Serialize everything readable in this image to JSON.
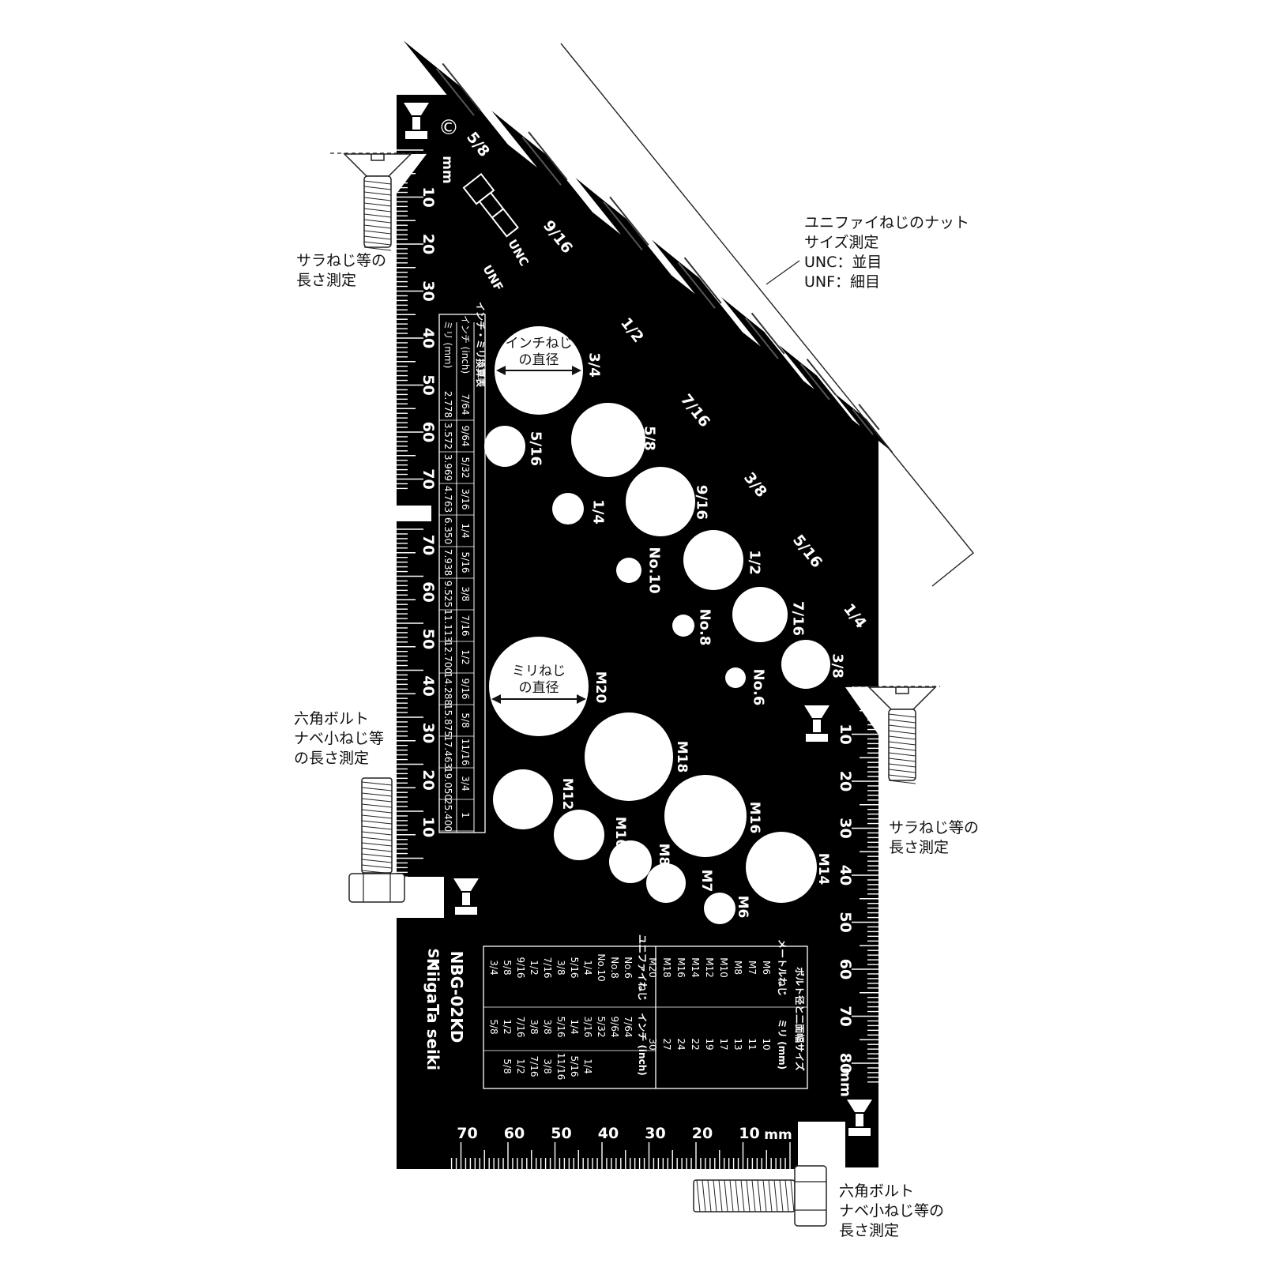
{
  "callouts": {
    "nut_size": [
      "ユニファイねじのナット",
      "サイズ測定",
      "UNC：並目",
      "UNF：細目"
    ],
    "flat_left": [
      "サラねじ等の",
      "長さ測定"
    ],
    "hex_left": [
      "六角ボルト",
      "ナベ小ねじ等",
      "の長さ測定"
    ],
    "flat_right": [
      "サラねじ等の",
      "長さ測定"
    ],
    "hex_bottom": [
      "六角ボルト",
      "ナベ小ねじ等の",
      "長さ測定"
    ]
  },
  "gauge": {
    "copyright": "©",
    "unit_mm": "mm",
    "unc": "UNC",
    "unf": "UNF",
    "nut_slots": [
      "5/8",
      "9/16",
      "1/2",
      "7/16",
      "3/8",
      "5/16",
      "1/4"
    ],
    "inch_title": [
      "インチねじ",
      "の直径"
    ],
    "mm_title": [
      "ミリねじ",
      "の直径"
    ],
    "inch_holes": [
      "3/4",
      "5/8",
      "5/16",
      "9/16",
      "1/4",
      "1/2",
      "No.10",
      "7/16",
      "No.8",
      "3/8",
      "No.6"
    ],
    "mm_holes": [
      "M20",
      "M18",
      "M12",
      "M16",
      "M10",
      "M14",
      "M8",
      "M7",
      "M6"
    ],
    "left_ruler_top": [
      "10",
      "20",
      "30",
      "40",
      "50",
      "60",
      "70"
    ],
    "left_ruler_bottom": [
      "70",
      "60",
      "50",
      "40",
      "30",
      "20",
      "10"
    ],
    "right_ruler": [
      "10",
      "20",
      "30",
      "40",
      "50",
      "60",
      "70",
      "80"
    ],
    "bottom_ruler": [
      "70",
      "60",
      "50",
      "40",
      "30",
      "20",
      "10"
    ],
    "bottom_unit": "mm",
    "right_unit": "mm",
    "model": "NBG-02KD",
    "brand": "NiigaTa seiki",
    "brand_mark": "SK"
  },
  "conversion_table": {
    "title": "インチ・ミリ換算表",
    "row_labels": [
      "インチ (inch)",
      "ミリ (mm)"
    ],
    "inch": [
      "7/64",
      "9/64",
      "5/32",
      "3/16",
      "1/4",
      "5/16",
      "3/8",
      "7/16",
      "1/2",
      "9/16",
      "5/8",
      "11/16",
      "3/4",
      "1"
    ],
    "mm": [
      "2.778",
      "3.572",
      "3.969",
      "4.763",
      "6.350",
      "7.938",
      "9.525",
      "11.113",
      "12.700",
      "14.288",
      "15.875",
      "17.463",
      "19.050",
      "25.400"
    ]
  },
  "bolt_table": {
    "title": "ボルト径と二面幅サイズ",
    "metric_header": "メートルねじ",
    "metric_mm_header": "ミリ (mm)",
    "metric": [
      [
        "M6",
        "10"
      ],
      [
        "M7",
        "11"
      ],
      [
        "M8",
        "13"
      ],
      [
        "M10",
        "17"
      ],
      [
        "M12",
        "19"
      ],
      [
        "M14",
        "22"
      ],
      [
        "M16",
        "24"
      ],
      [
        "M18",
        "27"
      ],
      [
        "M20",
        "30"
      ]
    ],
    "unified_header": "ユニファイねじ",
    "unified_inch_header": "インチ (inch)",
    "unified": [
      [
        "No.6",
        "7/64",
        ""
      ],
      [
        "No.8",
        "9/64",
        ""
      ],
      [
        "No.10",
        "5/32",
        ""
      ],
      [
        "1/4",
        "3/16",
        "1/4"
      ],
      [
        "5/16",
        "1/4",
        "5/16"
      ],
      [
        "3/8",
        "5/16",
        "11/16"
      ],
      [
        "7/16",
        "3/8",
        "3/8"
      ],
      [
        "1/2",
        "3/8",
        "7/16"
      ],
      [
        "9/16",
        "7/16",
        "1/2"
      ],
      [
        "5/8",
        "1/2",
        "5/8"
      ],
      [
        "3/4",
        "5/8",
        ""
      ]
    ]
  }
}
